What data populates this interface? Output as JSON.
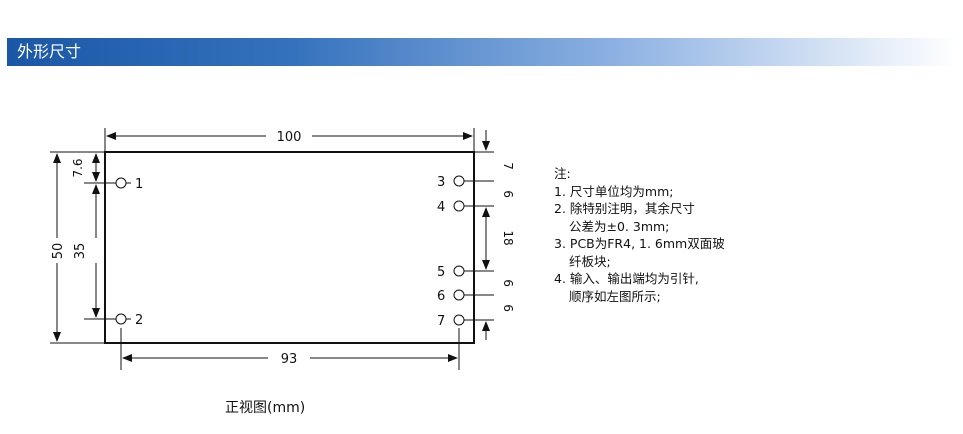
{
  "section": {
    "title": "外形尺寸"
  },
  "drawing": {
    "overall_width": "100",
    "pin_span_width": "93",
    "overall_height": "50",
    "pin1_to_pin2": "35",
    "top_to_pin1": "7.6",
    "top_to_pin3": "7",
    "pin3_to_pin4": "6",
    "pin4_to_pin5": "18",
    "pin5_to_pin6": "6",
    "pin6_to_pin7": "6",
    "pins": {
      "p1": "1",
      "p2": "2",
      "p3": "3",
      "p4": "4",
      "p5": "5",
      "p6": "6",
      "p7": "7"
    }
  },
  "notes": {
    "heading": "注:",
    "line1": "1. 尺寸单位均为mm;",
    "line2a": "2. 除特别注明，其余尺寸",
    "line2b": "公差为±0. 3mm;",
    "line3a": "3. PCB为FR4, 1. 6mm双面玻",
    "line3b": "纤板块;",
    "line4a": "4. 输入、输出端均为引针,",
    "line4b": "顺序如左图所示;"
  },
  "caption": "正视图(mm)"
}
